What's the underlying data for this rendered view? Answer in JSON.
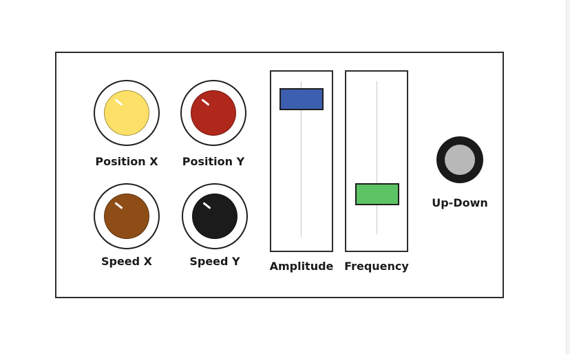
{
  "controls": {
    "knobs": [
      {
        "label": "Position X",
        "color": "#fce068"
      },
      {
        "label": "Position Y",
        "color": "#b0271c"
      },
      {
        "label": "Speed X",
        "color": "#8e4d17"
      },
      {
        "label": "Speed Y",
        "color": "#1b1b1b"
      }
    ],
    "sliders": [
      {
        "label": "Amplitude",
        "color": "#3d5fb0",
        "level": 0.95
      },
      {
        "label": "Frequency",
        "color": "#5cc464",
        "level": 0.22
      }
    ],
    "button": {
      "label": "Up-Down",
      "color": "#1a1a1a",
      "face_color": "#b8b8b8"
    }
  }
}
